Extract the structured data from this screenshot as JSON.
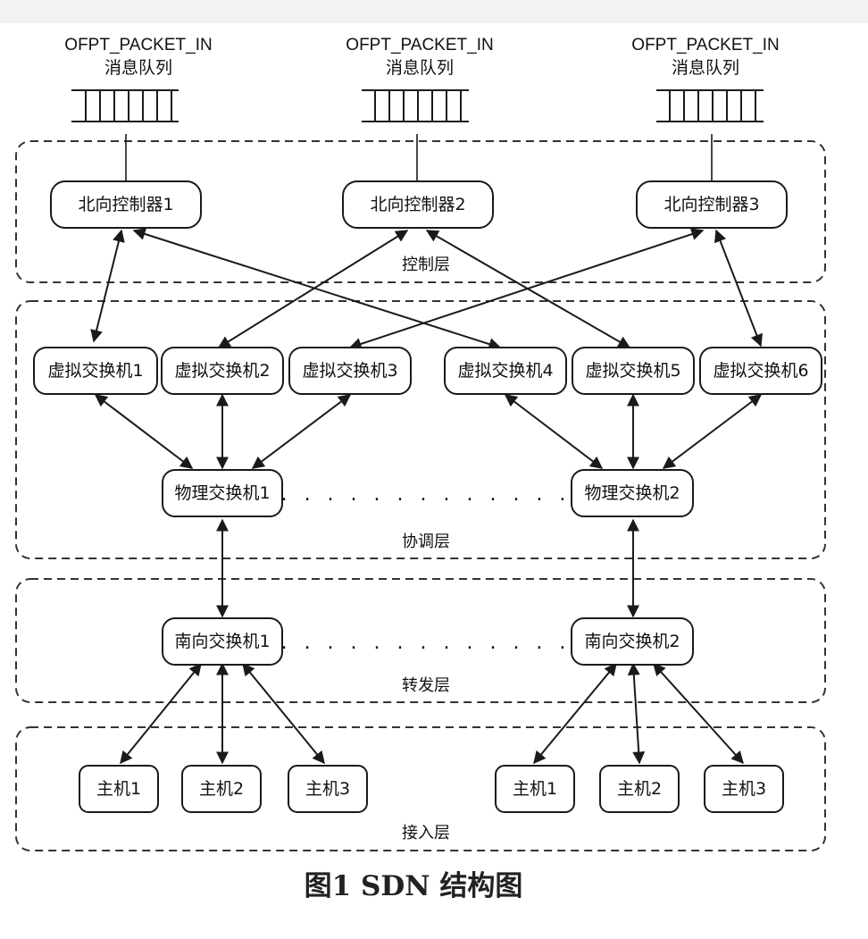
{
  "queues": [
    {
      "title": "OFPT_PACKET_IN",
      "subtitle": "消息队列"
    },
    {
      "title": "OFPT_PACKET_IN",
      "subtitle": "消息队列"
    },
    {
      "title": "OFPT_PACKET_IN",
      "subtitle": "消息队列"
    }
  ],
  "controllers": [
    "北向控制器1",
    "北向控制器2",
    "北向控制器3"
  ],
  "virtual_switches": [
    "虚拟交换机1",
    "虚拟交换机2",
    "虚拟交换机3",
    "虚拟交换机4",
    "虚拟交换机5",
    "虚拟交换机6"
  ],
  "physical_switches": [
    "物理交换机1",
    "物理交换机2"
  ],
  "south_switches": [
    "南向交换机1",
    "南向交换机2"
  ],
  "hosts_left": [
    "主机1",
    "主机2",
    "主机3"
  ],
  "hosts_right": [
    "主机1",
    "主机2",
    "主机3"
  ],
  "layers": {
    "control": "控制层",
    "coordination": "协调层",
    "forwarding": "转发层",
    "access": "接入层"
  },
  "ellipsis": ". . . . . . . . . . . . .",
  "caption": "图1   SDN 结构图"
}
